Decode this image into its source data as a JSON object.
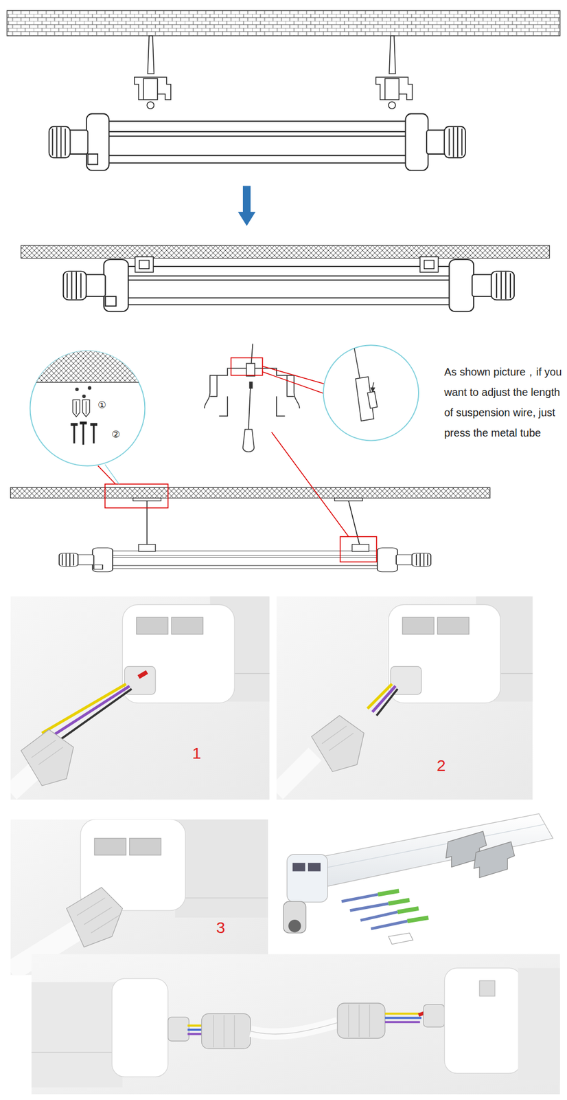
{
  "diagram": {
    "labels": [
      "As shown picture，if you want to adjust the length of suspension wire, just press the metal tube",
      "①",
      "②",
      "1",
      "2",
      "3"
    ]
  }
}
